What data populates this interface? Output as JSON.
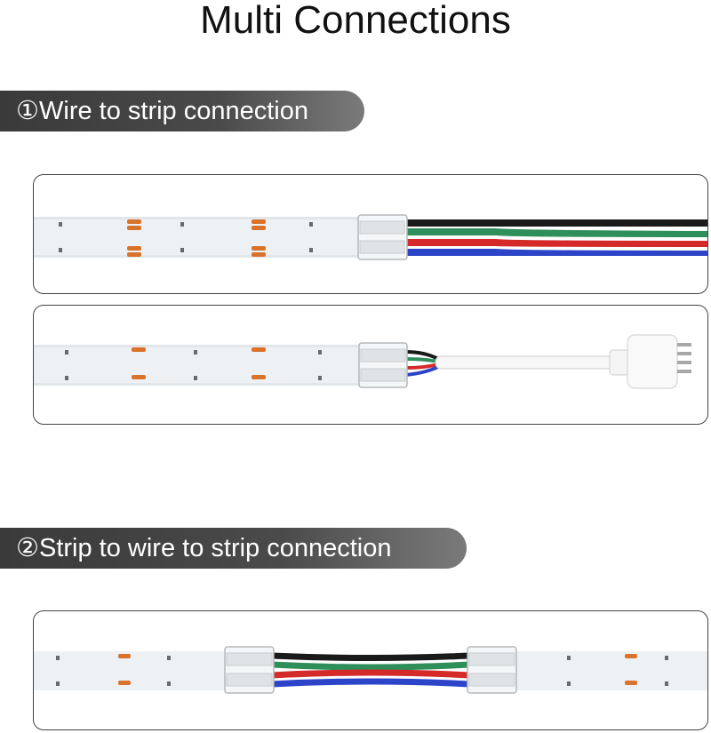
{
  "page": {
    "title": "Multi Connections"
  },
  "sections": [
    {
      "label": "①Wire to strip connection"
    },
    {
      "label": "②Strip to wire to strip connection"
    }
  ],
  "colors": {
    "wire_black": "#1a1a1a",
    "wire_green": "#2f8f5a",
    "wire_red": "#d42a2a",
    "wire_blue": "#2c45c8",
    "strip_body": "#eef1f3",
    "chip_orange": "#d9732b"
  },
  "icons": {
    "connector": "clip-connector-icon",
    "plug": "4-pin-plug-icon"
  }
}
